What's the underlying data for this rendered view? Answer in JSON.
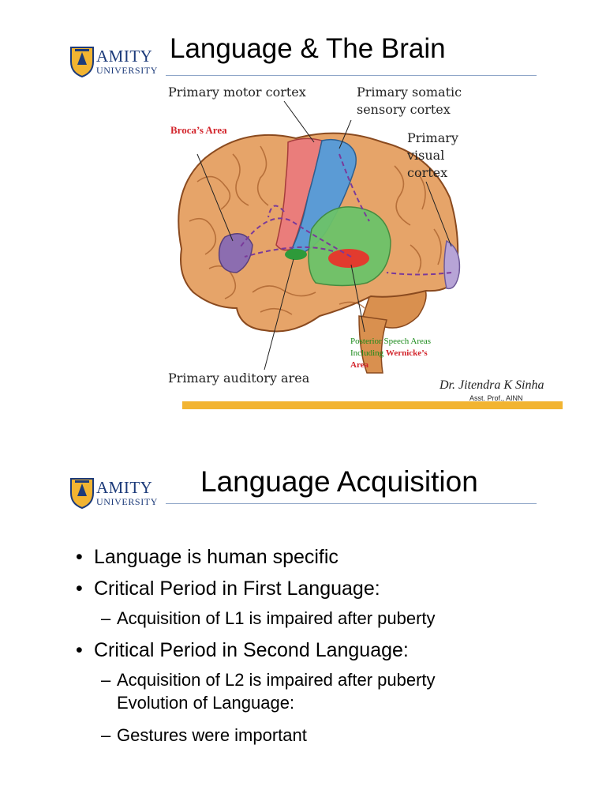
{
  "logo": {
    "name": "AMITY",
    "sub": "UNIVERSITY"
  },
  "slide1": {
    "title": "Language & The Brain",
    "labels": {
      "motor": "Primary motor cortex",
      "somatic": [
        "Primary somatic",
        "sensory cortex"
      ],
      "visual": [
        "Primary",
        "visual",
        "cortex"
      ],
      "broca": "Broca’s Area",
      "auditory": "Primary auditory area",
      "posterior_line1": "Posterior Speech Areas",
      "posterior_line2": "Including",
      "wernicke": "Wernicke’s",
      "wernicke_area": "Area"
    },
    "signature": "Dr. Jitendra K Sinha",
    "signature_sub": "Asst. Prof., AINN",
    "colors": {
      "accent_bar": "#f2b431",
      "brain": "#e6a469",
      "motor": "#ea7d7b",
      "sensory": "#5b9bd5",
      "wernicke": "#6cc36a",
      "broca": "#8c6db0"
    }
  },
  "slide2": {
    "title": "Language Acquisition",
    "bullets": [
      "Language is human specific",
      "Critical Period in First Language:",
      "Critical Period in Second Language:"
    ],
    "sub1": "Acquisition of L1 is impaired after puberty",
    "sub2_line1": "Acquisition of L2 is impaired after puberty",
    "sub2_line2": "Evolution of Language:",
    "sub3": "Gestures were important",
    "dash": "–"
  }
}
